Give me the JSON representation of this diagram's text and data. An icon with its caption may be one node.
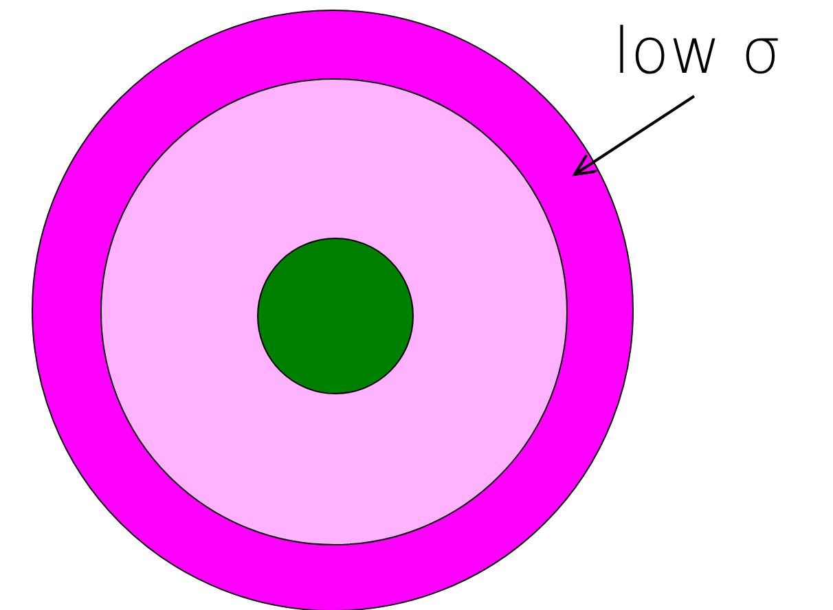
{
  "diagram": {
    "nodes": [
      {
        "text": [],
        "shape": "circle"
      },
      {
        "text": [],
        "shape": "circle",
        "in": 0
      },
      {
        "text": [],
        "shape": "circle",
        "in": 1
      },
      {
        "text": [
          "low σ"
        ]
      }
    ],
    "edges": [
      {
        "from": 3,
        "to": 0,
        "arrow": "to"
      }
    ]
  }
}
